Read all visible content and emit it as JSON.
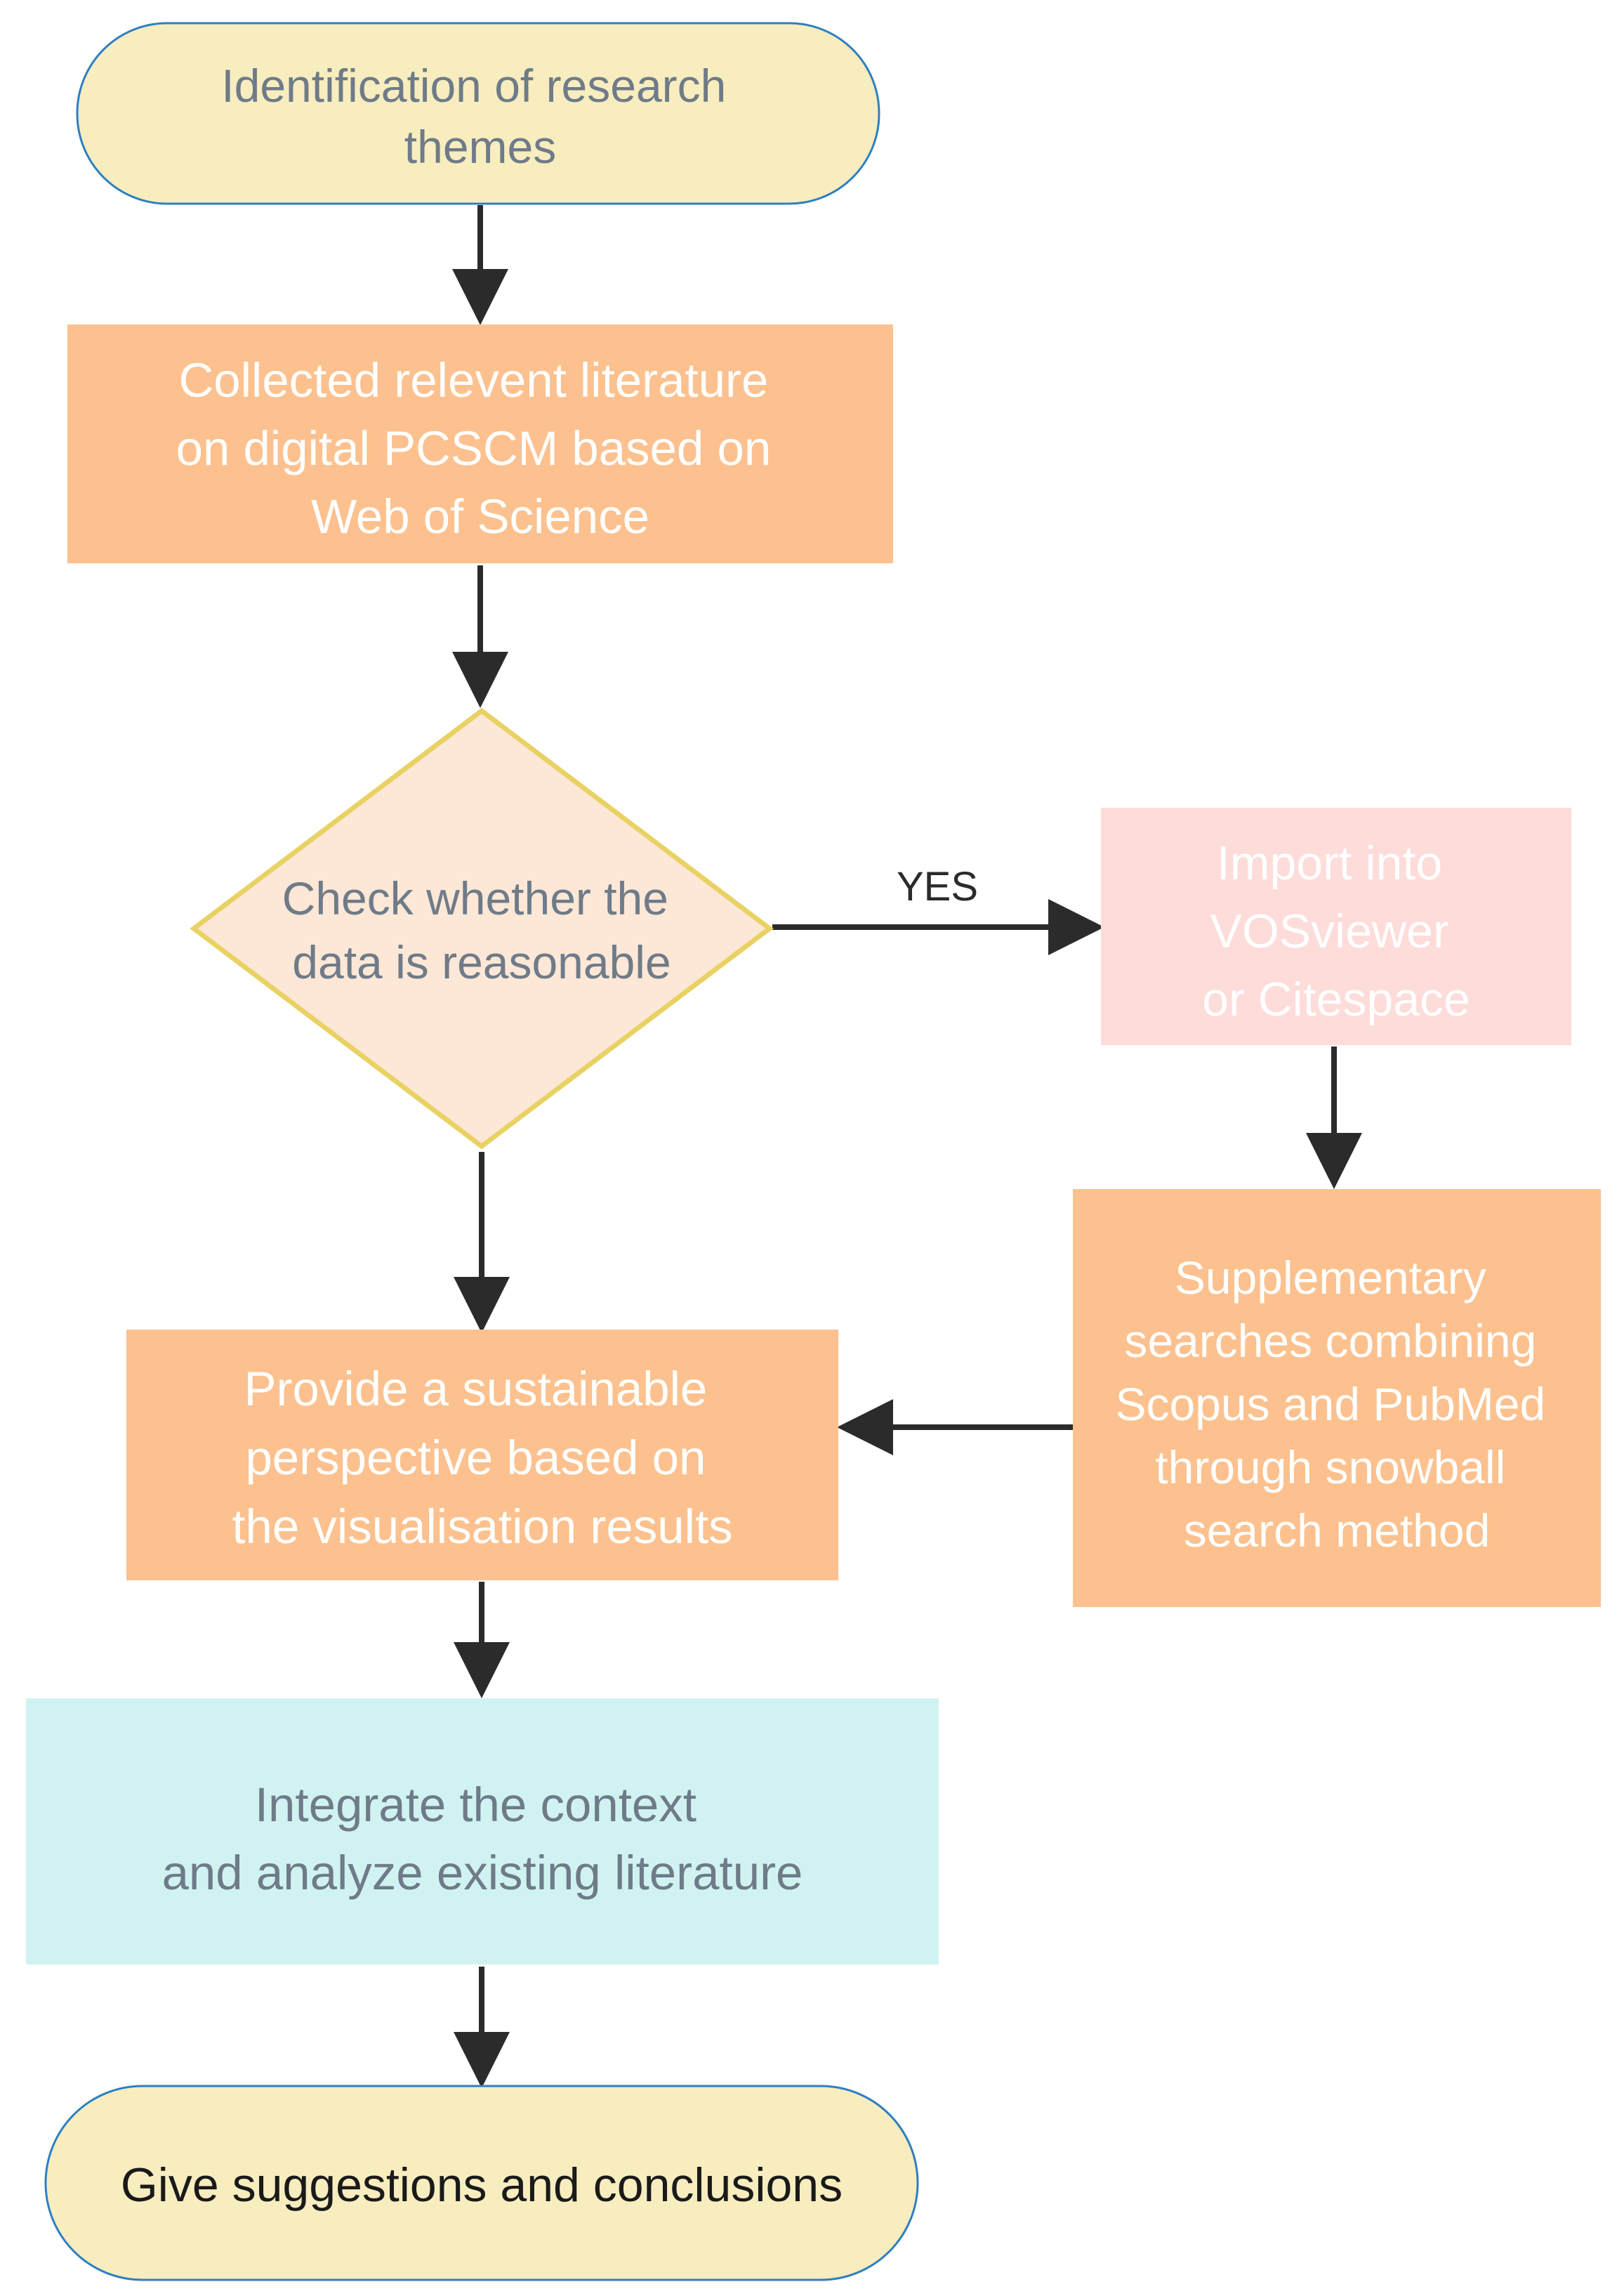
{
  "nodes": {
    "identify": {
      "lines": [
        "Identification of research",
        "themes"
      ]
    },
    "collect": {
      "lines": [
        "Collected relevent literature",
        "on digital PCSCM based on",
        "Web of Science"
      ]
    },
    "check": {
      "lines": [
        "Check whether the",
        "data is reasonable"
      ]
    },
    "import": {
      "lines": [
        "Import into",
        "VOSviewer",
        "or  Citespace"
      ]
    },
    "supplement": {
      "lines": [
        "Supplementary",
        "searches combining",
        "Scopus and PubMed",
        "through snowball",
        "search method"
      ]
    },
    "provide": {
      "lines": [
        "Provide a sustainable",
        "perspective based on",
        "the visualisation results"
      ]
    },
    "integrate": {
      "lines": [
        "Integrate the context",
        "and analyze existing literature"
      ]
    },
    "conclude": {
      "lines": [
        "Give suggestions and conclusions"
      ]
    }
  },
  "edges": {
    "yes_label": "YES"
  },
  "colors": {
    "terminal_fill": "#F8EDBF",
    "terminal_stroke": "#2E7FC1",
    "process_fill": "#FCC18E",
    "decision_fill": "#FDE7D6",
    "decision_stroke": "#E9D264",
    "import_fill": "#FDDCDA",
    "integrate_fill": "#D0F3F2",
    "muted_text": "#6F7B88",
    "light_text": "#FFFFFF",
    "dark_text": "#1A1A1A",
    "arrow": "#2B2B2B"
  }
}
